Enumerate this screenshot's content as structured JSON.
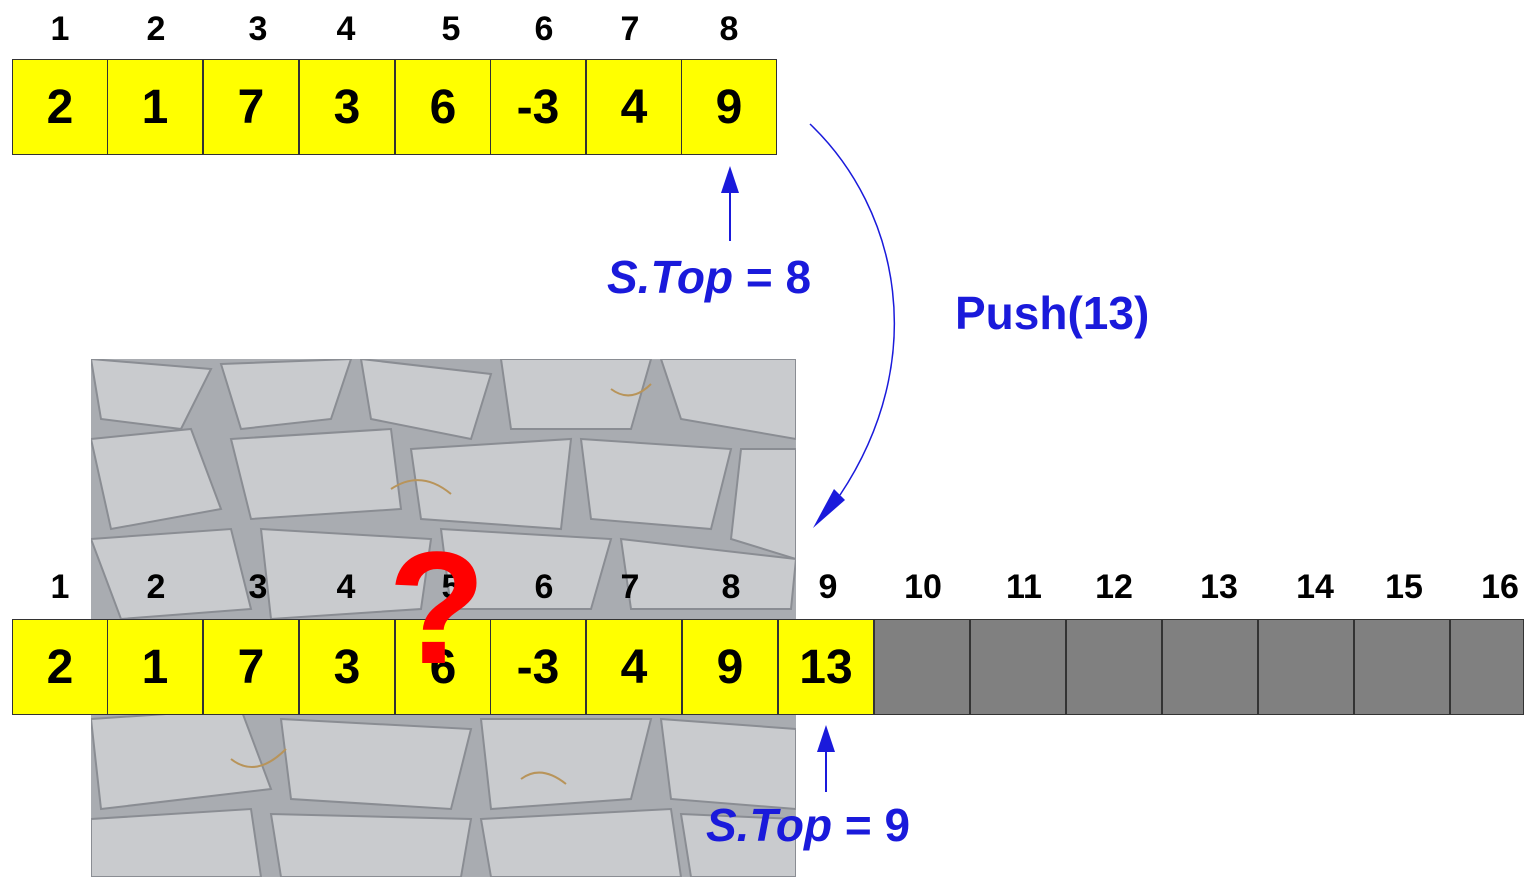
{
  "top_array": {
    "indices": [
      "1",
      "2",
      "3",
      "4",
      "5",
      "6",
      "7",
      "8"
    ],
    "values": [
      "2",
      "1",
      "7",
      "3",
      "6",
      "-3",
      "4",
      "9"
    ]
  },
  "top_pointer": {
    "var": "S.Top",
    "eq": " = 8"
  },
  "operation": "Push(13)",
  "bottom_array": {
    "indices": [
      "1",
      "2",
      "3",
      "4",
      "5",
      "6",
      "7",
      "8",
      "9",
      "10",
      "11",
      "12",
      "13",
      "14",
      "15",
      "16"
    ],
    "values": [
      "2",
      "1",
      "7",
      "3",
      "6",
      "-3",
      "4",
      "9",
      "13",
      "",
      "",
      "",
      "",
      "",
      "",
      ""
    ]
  },
  "bottom_pointer": {
    "var": "S.Top",
    "eq": " = 9"
  },
  "question_mark": "?",
  "colors": {
    "filled_cell": "#ffff00",
    "empty_cell": "#808080",
    "label_blue": "#1a1adb",
    "question_red": "#ff0000"
  }
}
